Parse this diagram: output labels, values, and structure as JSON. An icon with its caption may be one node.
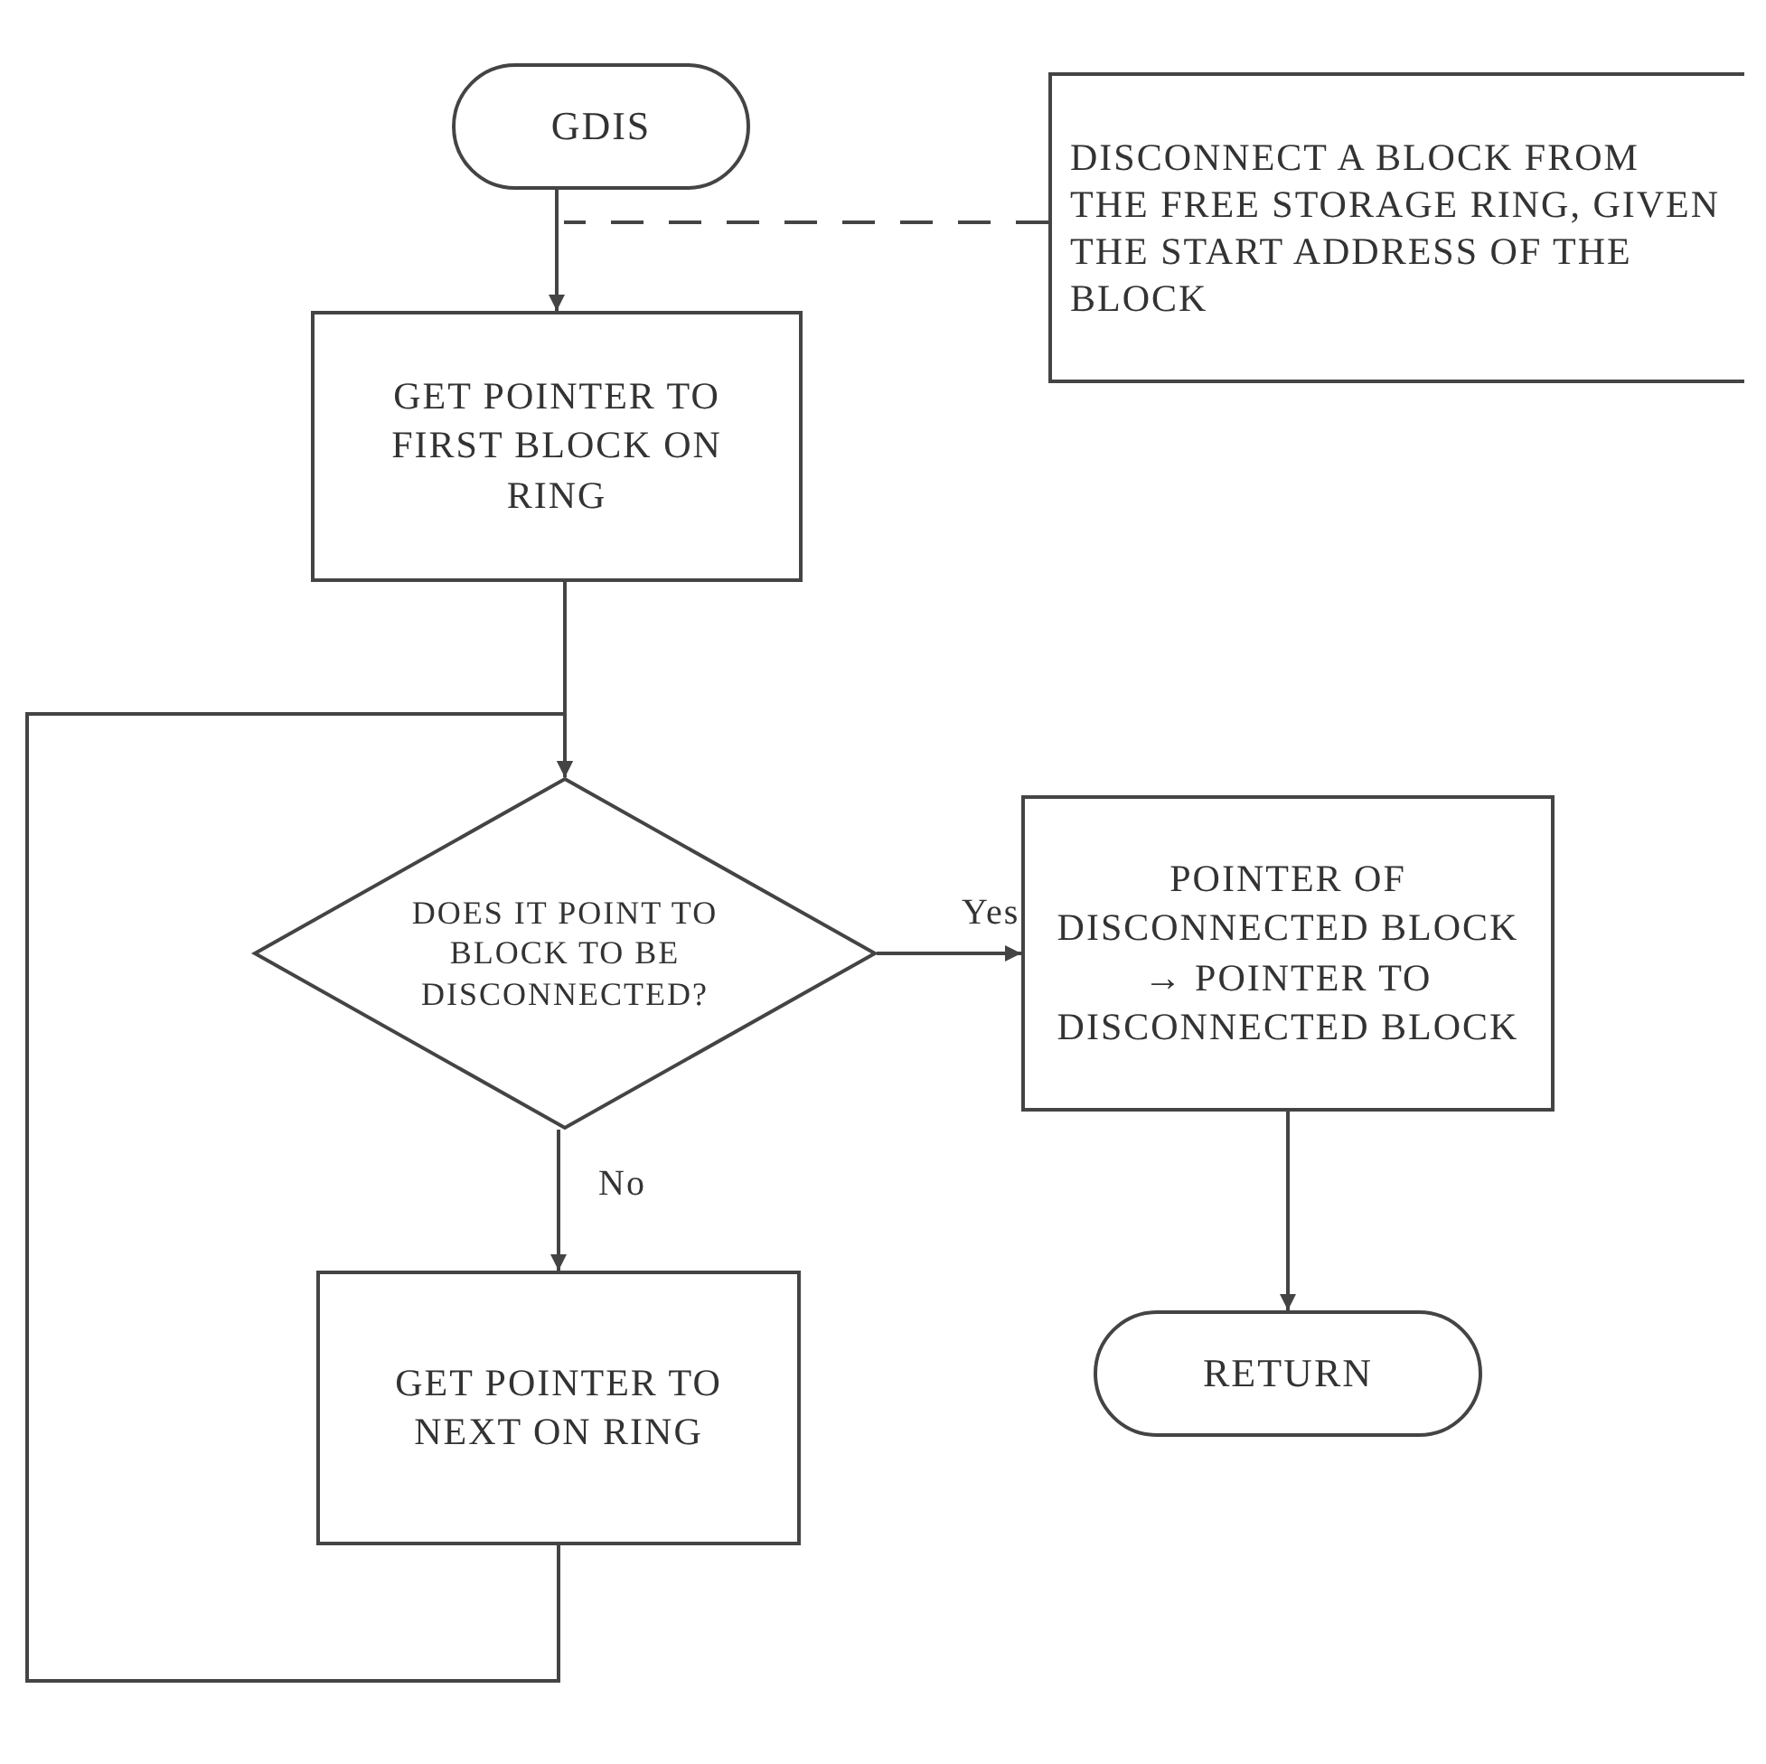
{
  "diagram": {
    "nodes": [
      {
        "text": [
          "GDIS"
        ]
      },
      {
        "text": [
          "DISCONNECT A BLOCK FROM THE FREE STORAGE RING, GIVEN THE START ADDRESS OF THE BLOCK"
        ]
      },
      {
        "text": [
          "GET POINTER TO FIRST BLOCK ON RING"
        ]
      },
      {
        "text": [
          "DOES IT POINT TO BLOCK TO BE DISCONNECTED?"
        ]
      },
      {
        "text": [
          "POINTER OF DISCONNECTED BLOCK → POINTER TO DISCONNECTED BLOCK"
        ]
      },
      {
        "text": [
          "GET POINTER TO NEXT ON RING"
        ]
      },
      {
        "text": [
          "RETURN"
        ]
      }
    ],
    "edges": [
      {
        "from": 0,
        "to": 2,
        "arrow": "to"
      },
      {
        "from": 1,
        "to": null,
        "arrow": "none",
        "style": "dashed"
      },
      {
        "from": 2,
        "to": 3,
        "arrow": "to"
      },
      {
        "from": 3,
        "to": 4,
        "arrow": "to",
        "label": "Yes"
      },
      {
        "from": 3,
        "to": 5,
        "arrow": "to",
        "label": "No"
      },
      {
        "from": 5,
        "to": 3,
        "arrow": "to"
      },
      {
        "from": 4,
        "to": 6,
        "arrow": "to"
      }
    ]
  }
}
